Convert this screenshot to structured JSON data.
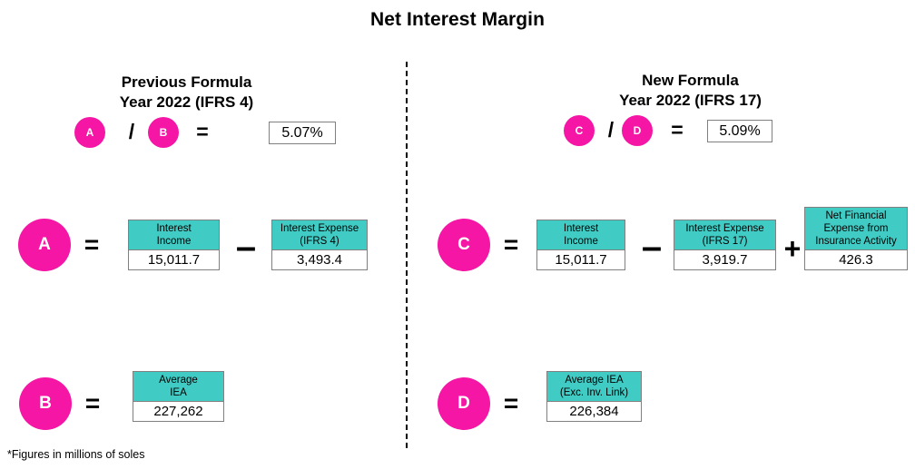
{
  "page": {
    "title": "Net Interest Margin",
    "footnote": "*Figures in millions of soles",
    "accent_pink": "#F516A5",
    "accent_teal": "#40CCC4",
    "border_gray": "#808080"
  },
  "operators": {
    "divide": "/",
    "equals": "=",
    "minus": "–",
    "plus": "+"
  },
  "left_panel": {
    "heading_line1": "Previous Formula",
    "heading_line2": "Year 2022 (IFRS 4)",
    "ratio": {
      "numerator_token": "A",
      "denominator_token": "B",
      "result": "5.07%"
    },
    "numerator": {
      "token": "A",
      "terms": [
        {
          "label_lines": [
            "Interest",
            "Income"
          ],
          "value": "15,011.7",
          "operator_before": ""
        },
        {
          "label_lines": [
            "Interest Expense",
            "(IFRS 4)"
          ],
          "value": "3,493.4",
          "operator_before": "–"
        }
      ]
    },
    "denominator": {
      "token": "B",
      "terms": [
        {
          "label_lines": [
            "Average",
            "IEA"
          ],
          "value": "227,262",
          "operator_before": ""
        }
      ]
    }
  },
  "right_panel": {
    "heading_line1": "New Formula",
    "heading_line2": "Year 2022 (IFRS 17)",
    "ratio": {
      "numerator_token": "C",
      "denominator_token": "D",
      "result": "5.09%"
    },
    "numerator": {
      "token": "C",
      "terms": [
        {
          "label_lines": [
            "Interest",
            "Income"
          ],
          "value": "15,011.7",
          "operator_before": ""
        },
        {
          "label_lines": [
            "Interest Expense",
            "(IFRS 17)"
          ],
          "value": "3,919.7",
          "operator_before": "–"
        },
        {
          "label_lines": [
            "Net Financial",
            "Expense from",
            "Insurance Activity"
          ],
          "value": "426.3",
          "operator_before": "+"
        }
      ]
    },
    "denominator": {
      "token": "D",
      "terms": [
        {
          "label_lines": [
            "Average IEA",
            "(Exc. Inv. Link)"
          ],
          "value": "226,384",
          "operator_before": ""
        }
      ]
    }
  }
}
